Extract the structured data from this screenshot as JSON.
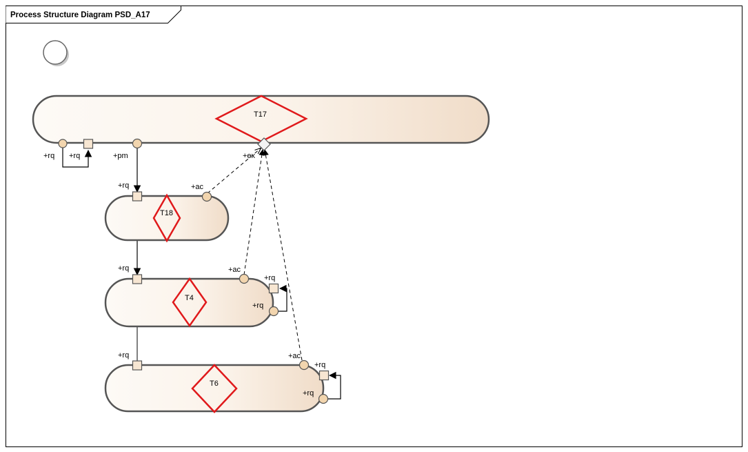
{
  "diagram": {
    "title": "Process Structure Diagram PSD_A17"
  },
  "transactions": {
    "t17": {
      "label": "T17"
    },
    "t18": {
      "label": "T18"
    },
    "t4": {
      "label": "T4"
    },
    "t6": {
      "label": "T6"
    }
  },
  "ports": {
    "t17_rq_left": "+rq",
    "t17_rq_self": "+rq",
    "t17_pm": "+pm",
    "t17_ex": "+ex",
    "t18_rq": "+rq",
    "t18_ac": "+ac",
    "t4_rq": "+rq",
    "t4_ac": "+ac",
    "t4_rq_right": "+rq",
    "t4_rq_loop": "+rq",
    "t6_rq": "+rq",
    "t6_ac": "+ac",
    "t6_rq_right": "+rq",
    "t6_rq_loop": "+rq"
  },
  "colors": {
    "transaction_red": "#e0191b",
    "port_fill": "#f2d5ae",
    "body_light": "#fdfaf6",
    "body_dark": "#f0dcc8",
    "outline": "#555555"
  }
}
